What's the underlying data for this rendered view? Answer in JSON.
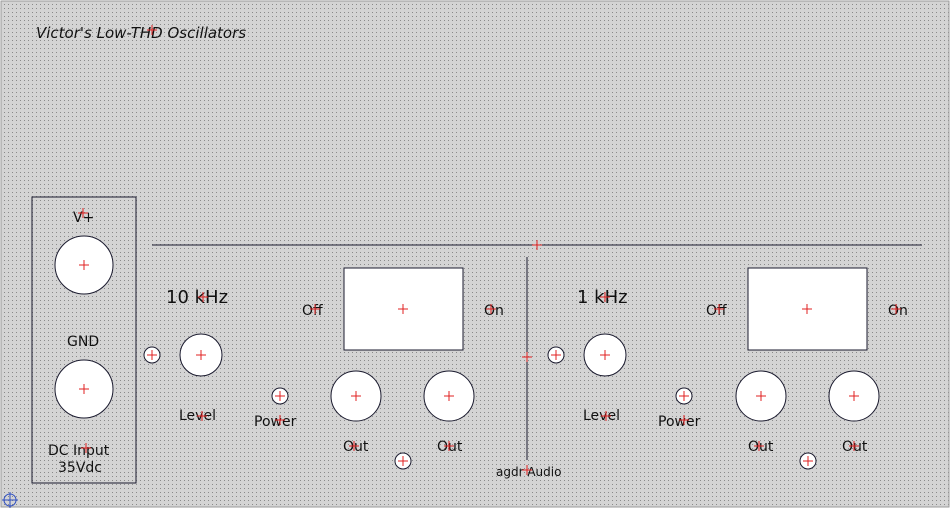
{
  "panel": {
    "title": "Victor's Low-THD Oscillators",
    "credit": "agdr Audio"
  },
  "dc_box": {
    "vplus_label": "V+",
    "gnd_label": "GND",
    "dc_input_label": "DC Input",
    "voltage_label": "35Vdc"
  },
  "osc_10k": {
    "frequency_label": "10 kHz",
    "off_label": "Off",
    "on_label": "On",
    "level_label": "Level",
    "power_label": "Power",
    "out1_label": "Out",
    "out2_label": "Out"
  },
  "osc_1k": {
    "frequency_label": "1 kHz",
    "off_label": "Off",
    "on_label": "On",
    "level_label": "Level",
    "power_label": "Power",
    "out1_label": "Out",
    "out2_label": "Out"
  },
  "colors": {
    "panel_bg": "#d4d4d4",
    "dot_grid": "#8a8a8a",
    "line": "#1a1a2e",
    "marker": "#e02020",
    "origin_marker": "#3050c0",
    "component_fill": "#ffffff"
  }
}
